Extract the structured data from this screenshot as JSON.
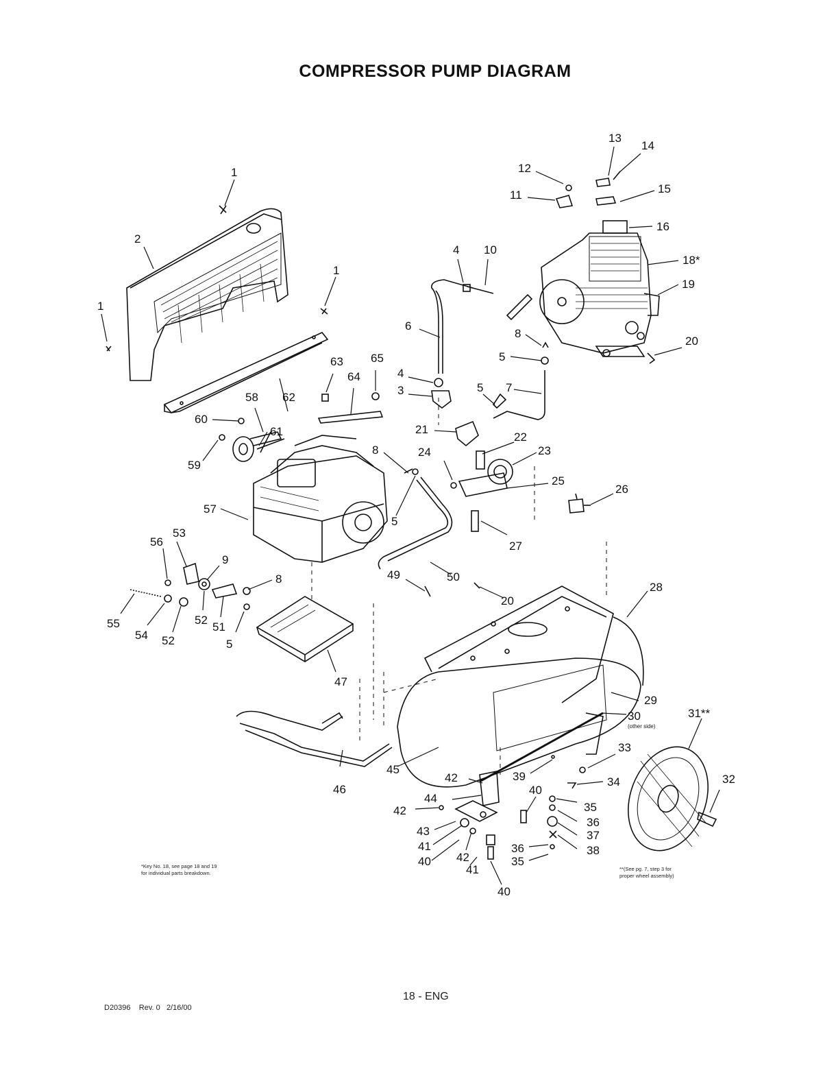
{
  "title": "COMPRESSOR PUMP DIAGRAM",
  "labels": [
    "1",
    "2",
    "1",
    "1",
    "13",
    "14",
    "12",
    "11",
    "15",
    "16",
    "18*",
    "19",
    "4",
    "10",
    "6",
    "8",
    "20",
    "5",
    "4",
    "3",
    "7",
    "63",
    "65",
    "64",
    "5",
    "58",
    "62",
    "60",
    "61",
    "21",
    "22",
    "23",
    "59",
    "24",
    "25",
    "26",
    "8",
    "57",
    "5",
    "27",
    "28",
    "56",
    "53",
    "9",
    "8",
    "49",
    "50",
    "20",
    "55",
    "54",
    "52",
    "52",
    "51",
    "5",
    "47",
    "29",
    "30",
    "(other side)",
    "31**",
    "33",
    "45",
    "42",
    "39",
    "34",
    "32",
    "40",
    "35",
    "46",
    "44",
    "42",
    "43",
    "36",
    "37",
    "41",
    "38",
    "40",
    "42",
    "36",
    "35",
    "41",
    "40"
  ],
  "notes": {
    "left": "*Key No. 18, see page 18 and 19\nfor individual parts breakdown.",
    "right": "**(See pg. 7, step 3 for\nproper wheel assembly)"
  },
  "footer": {
    "page": "18 - ENG",
    "doc": "D20396",
    "rev": "Rev. 0",
    "date": "2/16/00"
  }
}
